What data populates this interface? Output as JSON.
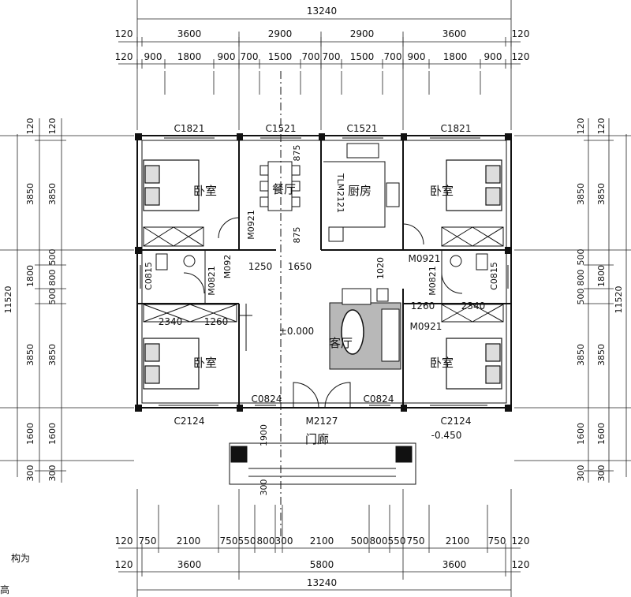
{
  "dimensions": {
    "top_total": "13240",
    "top_row1": [
      "120",
      "3600",
      "2900",
      "2900",
      "3600",
      "120"
    ],
    "top_row2": [
      "120",
      "900",
      "1800",
      "900",
      "700",
      "1500",
      "700",
      "700",
      "1500",
      "700",
      "900",
      "1800",
      "900",
      "120"
    ],
    "bottom_total": "13240",
    "bottom_row1": [
      "120",
      "3600",
      "5800",
      "3600",
      "120"
    ],
    "bottom_row2": [
      "120",
      "750",
      "2100",
      "750",
      "550",
      "800",
      "300",
      "2100",
      "500",
      "800",
      "550",
      "750",
      "2100",
      "750",
      "120"
    ],
    "side_total": "11520",
    "side_rows": [
      "120",
      "3850",
      "1800",
      "500",
      "800",
      "500",
      "3850",
      "1600",
      "300"
    ]
  },
  "rooms": {
    "bedroom": "卧室",
    "dining": "餐厅",
    "kitchen": "厨房",
    "living": "客厅",
    "porch": "门廊"
  },
  "labels": {
    "window_c1821": "C1821",
    "window_c1521": "C1521",
    "window_c2124": "C2124",
    "window_c0824": "C0824",
    "window_c0815": "C0815",
    "door_m2127": "M2127",
    "door_m0921": "M0921",
    "door_m0821": "M0821",
    "door_m092": "M092",
    "door_tlm2121": "TLM2121",
    "elev_zero": "±0.000",
    "elev_porch": "-0.450",
    "dim_1250": "1250",
    "dim_1650": "1650",
    "dim_1020": "1020",
    "dim_1260": "1260",
    "dim_2340": "2340",
    "dim_2340b": "2340",
    "dim_875": "875",
    "dim_1900": "1900",
    "dim_300": "300",
    "frag_1": "构为",
    "frag_2": "高"
  }
}
